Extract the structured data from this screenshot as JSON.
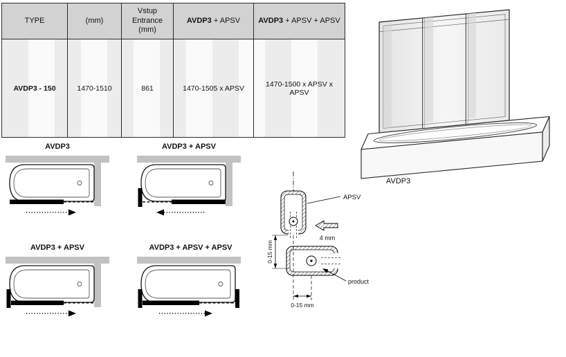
{
  "table": {
    "headers": {
      "type": "TYPE",
      "mm": "(mm)",
      "entrance": "Vstup Entrance (mm)",
      "combo1_bold": "AVDP3",
      "combo1_rest": " + APSV",
      "combo2_bold": "AVDP3",
      "combo2_rest": " + APSV + APSV"
    },
    "row": {
      "type": "AVDP3 - 150",
      "mm": "1470-1510",
      "entrance": "861",
      "combo1": "1470-1505 x APSV",
      "combo2": "1470-1500 x APSV x APSV"
    }
  },
  "main_drawing": {
    "label": "AVDP3"
  },
  "plans": {
    "p1": {
      "label": "AVDP3"
    },
    "p2": {
      "label": "AVDP3 + APSV"
    },
    "p3": {
      "label": "AVDP3 + APSV"
    },
    "p4": {
      "label": "AVDP3 + APSV + APSV"
    }
  },
  "detail": {
    "apsv": "APSV",
    "gap": "4 mm",
    "dim_vertical": "0-15 mm",
    "dim_horizontal": "0-15 mm",
    "product": "product"
  },
  "colors": {
    "table_header_bg": "#d2d2d2",
    "wall_gray": "#c2c2c2",
    "line_black": "#000000"
  }
}
